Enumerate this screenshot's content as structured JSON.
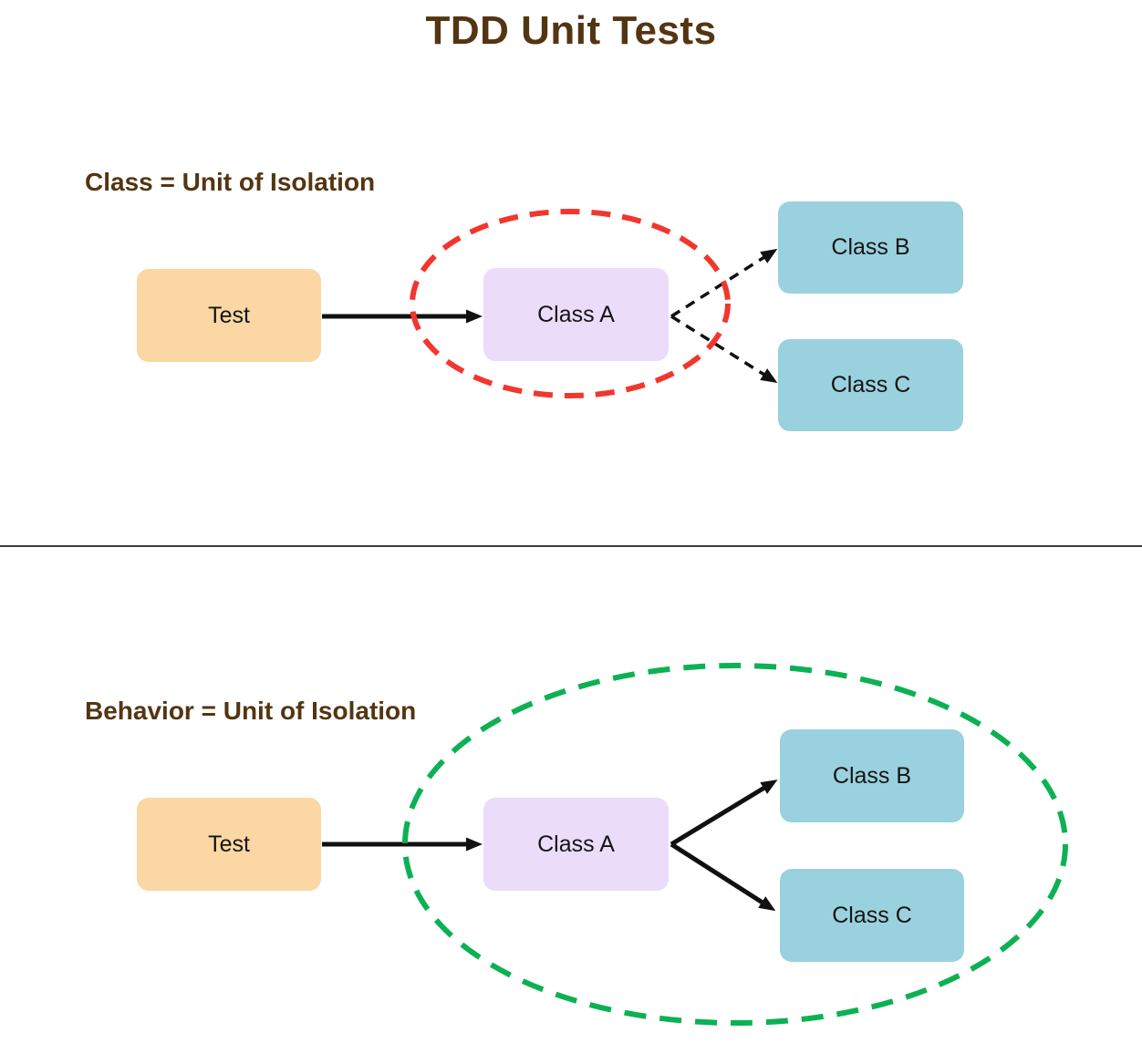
{
  "page_title": "TDD Unit Tests",
  "colors": {
    "heading_text": "#543512",
    "node_text": "#141414",
    "test_fill": "#FAD7A3",
    "class_a_fill": "#EBDCFA",
    "class_bc_fill": "#9AD1DE",
    "red_ellipse": "#F2362E",
    "green_ellipse": "#0CB153",
    "arrow": "#111111",
    "divider": "#3b3b3b"
  },
  "sections": [
    {
      "heading": "Class = Unit of Isolation",
      "nodes": [
        {
          "id": "test",
          "label": "Test"
        },
        {
          "id": "class_a",
          "label": "Class A"
        },
        {
          "id": "class_b",
          "label": "Class B"
        },
        {
          "id": "class_c",
          "label": "Class C"
        }
      ],
      "edges": [
        {
          "from": "test",
          "to": "class_a",
          "style": "solid"
        },
        {
          "from": "class_a",
          "to": "class_b",
          "style": "dashed"
        },
        {
          "from": "class_a",
          "to": "class_c",
          "style": "dashed"
        }
      ],
      "isolation_ellipse": {
        "around": [
          "class_a"
        ],
        "color": "#F2362E",
        "style": "dashed"
      }
    },
    {
      "heading": "Behavior = Unit of Isolation",
      "nodes": [
        {
          "id": "test",
          "label": "Test"
        },
        {
          "id": "class_a",
          "label": "Class A"
        },
        {
          "id": "class_b",
          "label": "Class B"
        },
        {
          "id": "class_c",
          "label": "Class C"
        }
      ],
      "edges": [
        {
          "from": "test",
          "to": "class_a",
          "style": "solid"
        },
        {
          "from": "class_a",
          "to": "class_b",
          "style": "solid"
        },
        {
          "from": "class_a",
          "to": "class_c",
          "style": "solid"
        }
      ],
      "isolation_ellipse": {
        "around": [
          "class_a",
          "class_b",
          "class_c"
        ],
        "color": "#0CB153",
        "style": "dashed"
      }
    }
  ]
}
